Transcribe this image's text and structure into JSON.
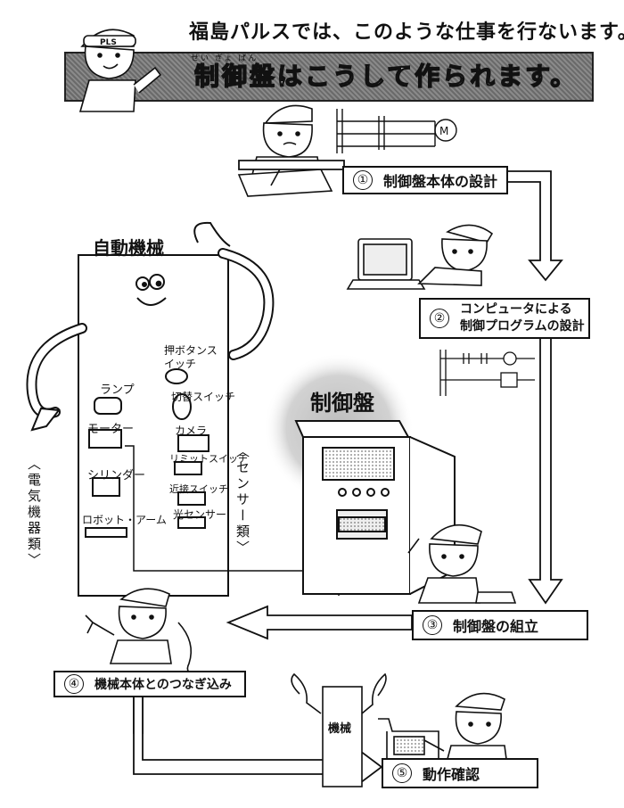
{
  "header": {
    "title": "福島パルスでは、このような仕事を行ないます。",
    "banner": "制御盤はこうして作られます。",
    "banner_ruby": "せい ぎょ ばん"
  },
  "mascot": {
    "cap_text": "PLS"
  },
  "steps": [
    {
      "num": "①",
      "text": "制御盤本体の設計"
    },
    {
      "num": "②",
      "line1": "コンピュータによる",
      "line2": "制御プログラムの設計"
    },
    {
      "num": "③",
      "text": "制御盤の組立"
    },
    {
      "num": "④",
      "text": "機械本体とのつなぎ込み"
    },
    {
      "num": "⑤",
      "text": "動作確認"
    }
  ],
  "machine": {
    "title": "自動機械",
    "devices_left": [
      "ランプ",
      "モーター",
      "シリンダー",
      "ロボット・アーム"
    ],
    "devices_right": [
      "押ボタンスイッチ",
      "切替スイッチ",
      "カメラ",
      "リミットスイッチ",
      "近接スイッチ",
      "光センサー"
    ],
    "group_left": "〈電気機器類〉",
    "group_right": "〈センサー類〉"
  },
  "panel": {
    "title": "制御盤"
  },
  "small_machine": {
    "label": "機械"
  },
  "motor_symbol": "M",
  "colors": {
    "ink": "#111111",
    "banner": "#7a7a7a",
    "halo": "#c8c8c8"
  }
}
